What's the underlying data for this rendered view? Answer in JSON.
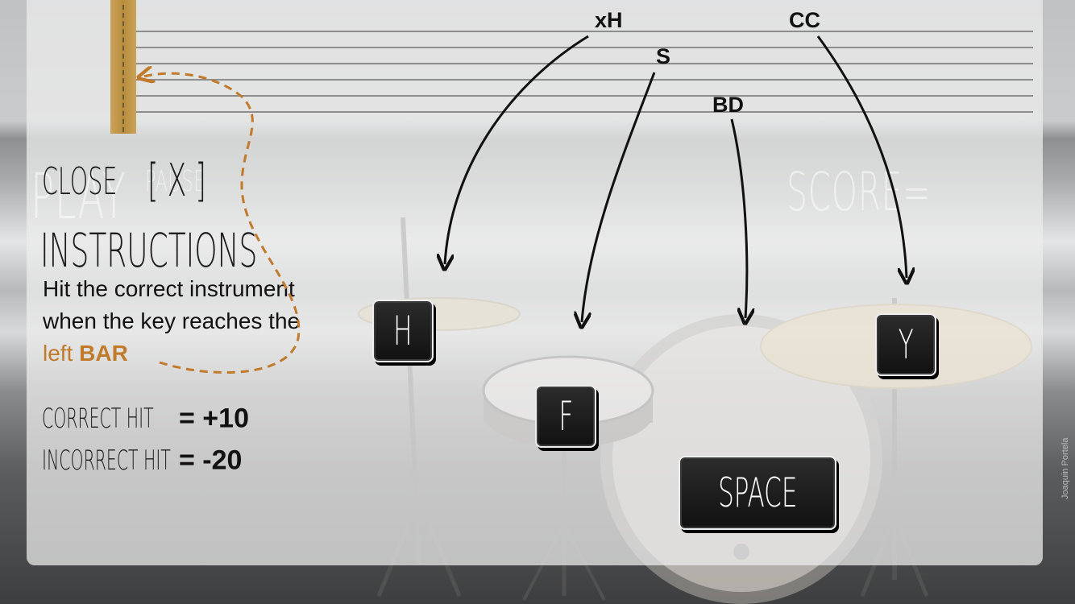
{
  "labels": {
    "xH": "xH",
    "S": "S",
    "BD": "BD",
    "CC": "CC"
  },
  "background_text": {
    "play": "PLAY",
    "pause": "PAUSE",
    "score": "SCORE="
  },
  "panel": {
    "close_label": "CLOSE",
    "close_button": "[ X ]",
    "title": "INSTRUCTIONS",
    "line1": "Hit the correct instrument",
    "line2": "when the key reaches the",
    "line3_orange": "left ",
    "line3_bold": "BAR",
    "correct_label": "CORRECT HIT",
    "correct_value": "= +10",
    "incorrect_label": "INCORRECT HIT",
    "incorrect_value": "= -20"
  },
  "keys": {
    "hihat": "H",
    "snare": "F",
    "bass": "SPACE",
    "crash": "Y"
  },
  "credit": "Joaquin Portela",
  "colors": {
    "accent_orange": "#c07a2a",
    "bar_gold": "#c9a35a"
  }
}
